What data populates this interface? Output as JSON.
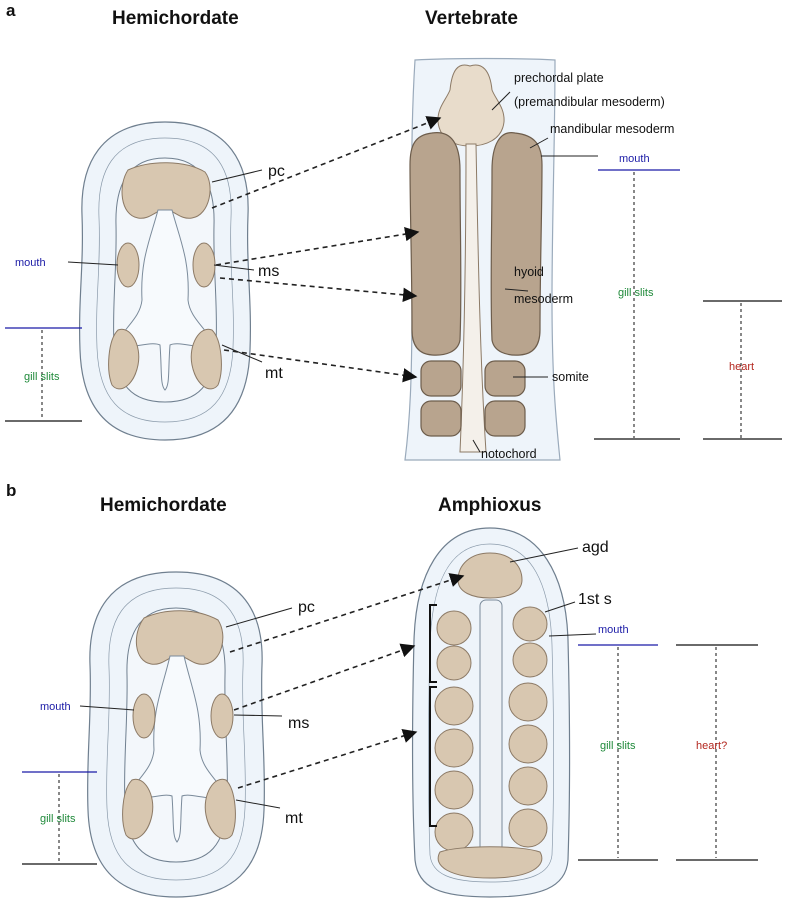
{
  "panel_a": {
    "letter": "a",
    "left_title": "Hemichordate",
    "right_title": "Vertebrate",
    "hemi_labels": {
      "pc": "pc",
      "ms": "ms",
      "mt": "mt",
      "mouth": "mouth",
      "gill_slits": "gill slits"
    },
    "vert_labels": {
      "prechordal_plate": "prechordal plate",
      "premandibular": "(premandibular mesoderm)",
      "mandibular": "mandibular mesoderm",
      "hyoid": "hyoid",
      "mesoderm": "mesoderm",
      "somite": "somite",
      "notochord": "notochord"
    },
    "right_scale": {
      "mouth": "mouth",
      "gill_slits": "gill slits",
      "heart": "heart"
    }
  },
  "panel_b": {
    "letter": "b",
    "left_title": "Hemichordate",
    "right_title": "Amphioxus",
    "hemi_labels": {
      "pc": "pc",
      "ms": "ms",
      "mt": "mt",
      "mouth": "mouth",
      "gill_slits": "gill slits"
    },
    "amph_labels": {
      "agd": "agd",
      "first_s": "1st s"
    },
    "right_scale": {
      "mouth": "mouth",
      "gill_slits": "gill slits",
      "heart": "heart?"
    }
  },
  "colors": {
    "mesoderm_light": "#d8c7b0",
    "mesoderm_dark": "#b8a48e",
    "mouth_label": "#1a1aa6",
    "gill_label": "#1f8a3a",
    "heart_label": "#b3261e"
  }
}
